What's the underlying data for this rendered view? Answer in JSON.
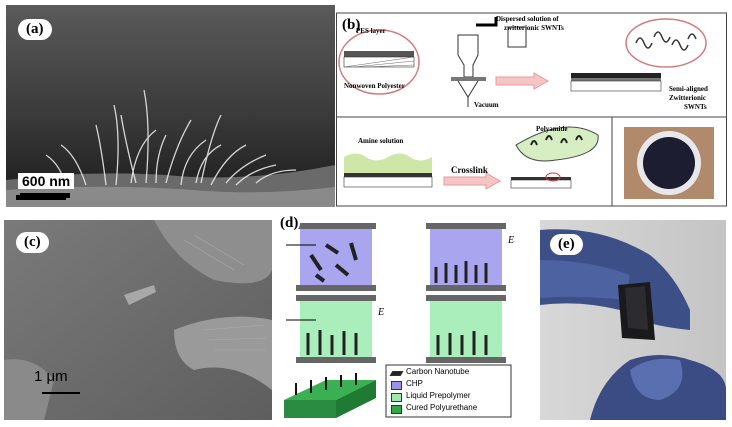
{
  "panels": {
    "a": {
      "label": "(a)",
      "scale": "600 nm"
    },
    "b": {
      "label": "(b)",
      "pes_layer": "PES layer",
      "nonwoven": "Nonwoven Polyester",
      "dispersed": "Dispersed solution of",
      "dispersed2": "zwitterionic SWNTs",
      "vacuum": "Vacuum",
      "semi1": "Semi-aligned",
      "semi2": "Zwitterionic",
      "semi3": "SWNTs",
      "amine": "Amine solution",
      "polyamide": "Polyamide",
      "crosslink": "Crosslink"
    },
    "c": {
      "label": "(c)",
      "scale": "1 μm"
    },
    "d": {
      "label": "(d)",
      "field": "E",
      "legend": [
        {
          "text": "Carbon Nanotube",
          "color": "#222222"
        },
        {
          "text": "CHP",
          "color": "#9a94e6"
        },
        {
          "text": "Liquid Prepolymer",
          "color": "#9fe8b0"
        },
        {
          "text": "Cured Polyurethane",
          "color": "#2fa84a"
        }
      ]
    },
    "e": {
      "label": "(e)"
    }
  }
}
